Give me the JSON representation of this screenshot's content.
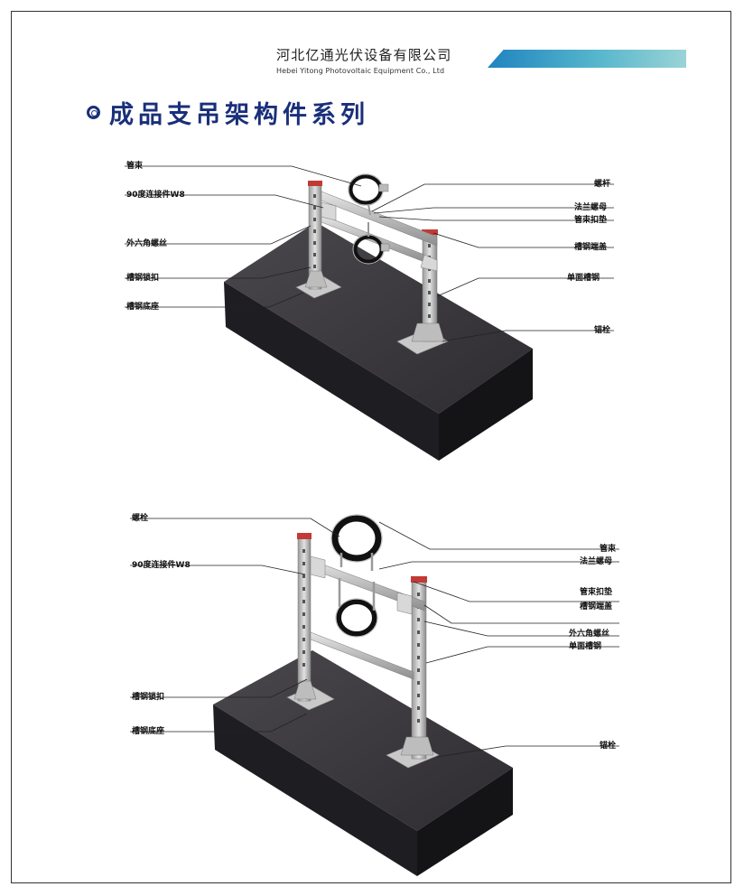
{
  "header": {
    "company_cn": "河北亿通光伏设备有限公司",
    "company_en": "Hebei Yitong Photovoltaic Equipment Co., Ltd",
    "accent_color": "#2a8fc4"
  },
  "title": {
    "text": "成品支吊架构件系列",
    "icon": "double-circle-icon",
    "color": "#1a2f7a"
  },
  "figure1": {
    "labels_left": [
      "管束",
      "90度连接件W8",
      "外六角螺丝",
      "槽钢锁扣",
      "槽钢底座"
    ],
    "labels_right": [
      "螺杆",
      "法兰螺母",
      "管束扣垫",
      "槽钢端盖",
      "单面槽钢",
      "锚栓"
    ]
  },
  "figure2": {
    "labels_left": [
      "螺栓",
      "90度连接件W8",
      "槽钢锁扣",
      "槽钢底座"
    ],
    "labels_right": [
      "管束",
      "法兰螺母",
      "管束扣垫",
      "槽钢端盖",
      "外六角螺丝",
      "单面槽钢",
      "锚栓"
    ]
  }
}
